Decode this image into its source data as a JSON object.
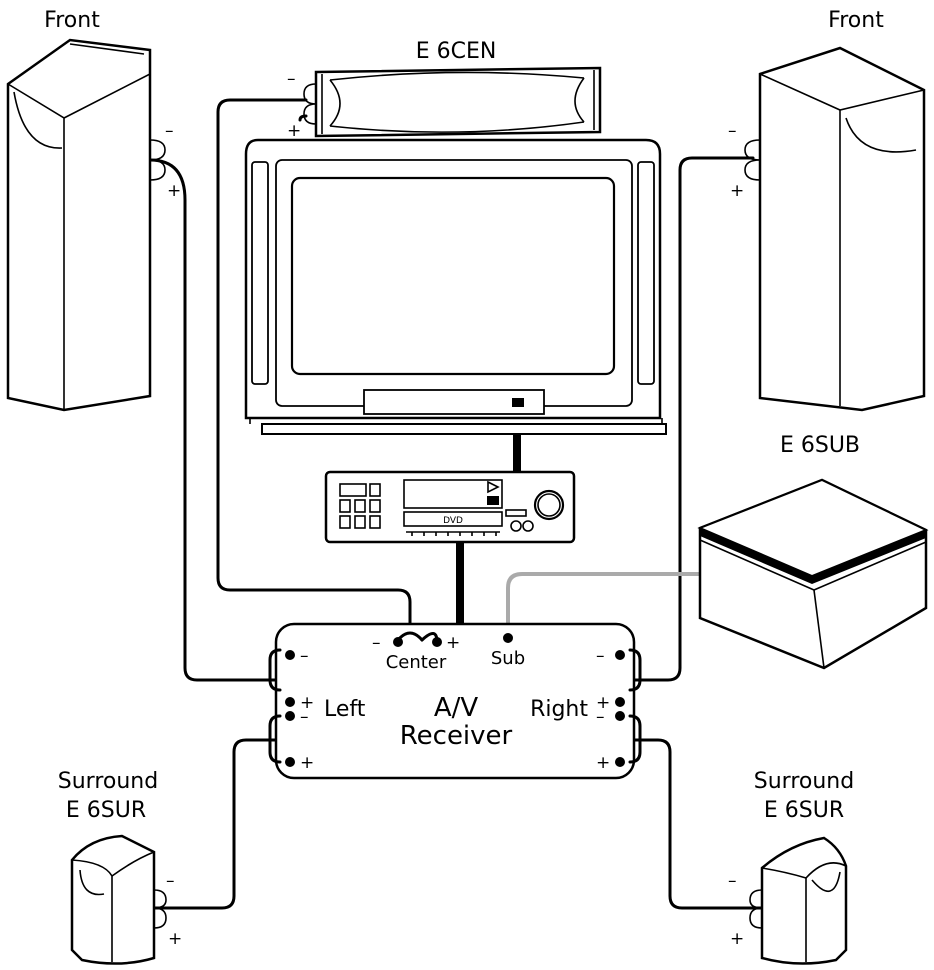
{
  "labels": {
    "front_left": "Front",
    "front_right": "Front",
    "center": "E 6CEN",
    "sub": "E 6SUB",
    "surround_left_line1": "Surround",
    "surround_left_line2": "E 6SUR",
    "surround_right_line1": "Surround",
    "surround_right_line2": "E 6SUR"
  },
  "receiver": {
    "title_line1": "A/V",
    "title_line2": "Receiver",
    "center_label": "Center",
    "sub_label": "Sub",
    "left_label": "Left",
    "right_label": "Right"
  },
  "dvd": {
    "label": "DVD"
  },
  "polarity": {
    "minus": "–",
    "plus": "+"
  }
}
